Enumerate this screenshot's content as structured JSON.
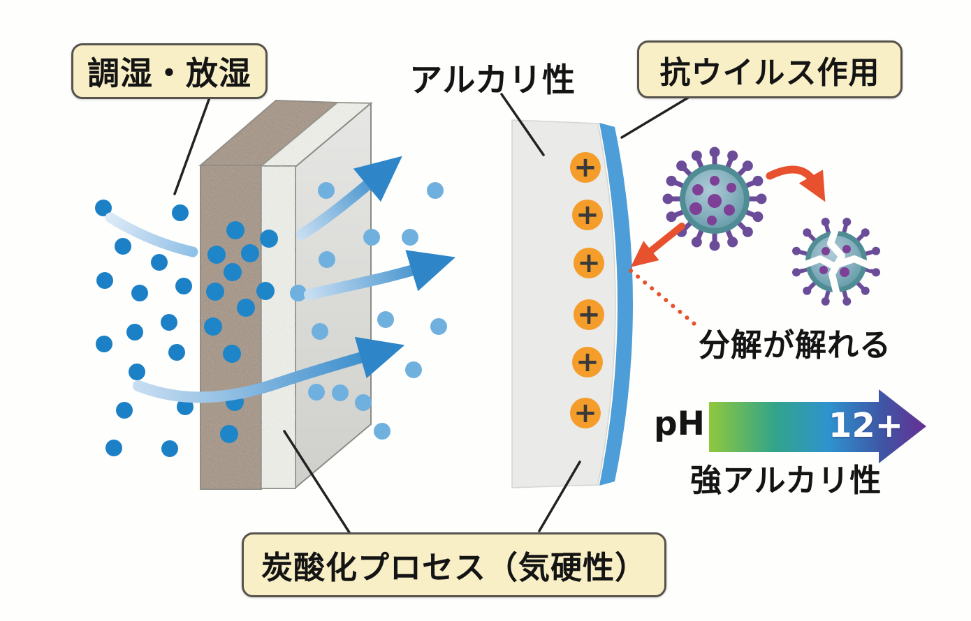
{
  "diagram": {
    "title_context": "plaster wall properties diagram",
    "labels": {
      "humidity": "調湿・放湿",
      "alkaline": "アルカリ性",
      "antiviral": "抗ウイルス作用",
      "decompose": "分解が解れる",
      "ph": "pH",
      "ph_value": "12+",
      "strong_alkaline": "強アルカリ性",
      "carbonation": "炭酸化プロセス（気硬性）",
      "plus": "+"
    },
    "colors": {
      "label_box_bg": "#f8efc6",
      "label_box_border": "#55534b",
      "moisture_dot_dark": "#1b80c6",
      "moisture_dot_light": "#6fb0df",
      "airflow_arrow": "#2e86c8",
      "plaster_brown": "#b3a496",
      "plaster_white": "#f2f2ee",
      "wall_side_gray": "#dededa",
      "alkaline_wall_gray": "#eaeae8",
      "alkaline_stripe_blue": "#4d9dd8",
      "ion_orange": "#f49d2b",
      "virus_body_teal": "#4f8c94",
      "virus_spike_purple": "#6b4c99",
      "attack_red": "#e8512d",
      "ph_gradient_start": "#90c83d",
      "ph_gradient_end": "#672f93"
    },
    "icons": [
      "wall-cross-section",
      "moisture-dots",
      "airflow-arrows",
      "alkaline-wall",
      "positive-ion",
      "virus-icon",
      "virus-broken-icon",
      "attack-arrows",
      "ph-gradient-arrow"
    ]
  }
}
